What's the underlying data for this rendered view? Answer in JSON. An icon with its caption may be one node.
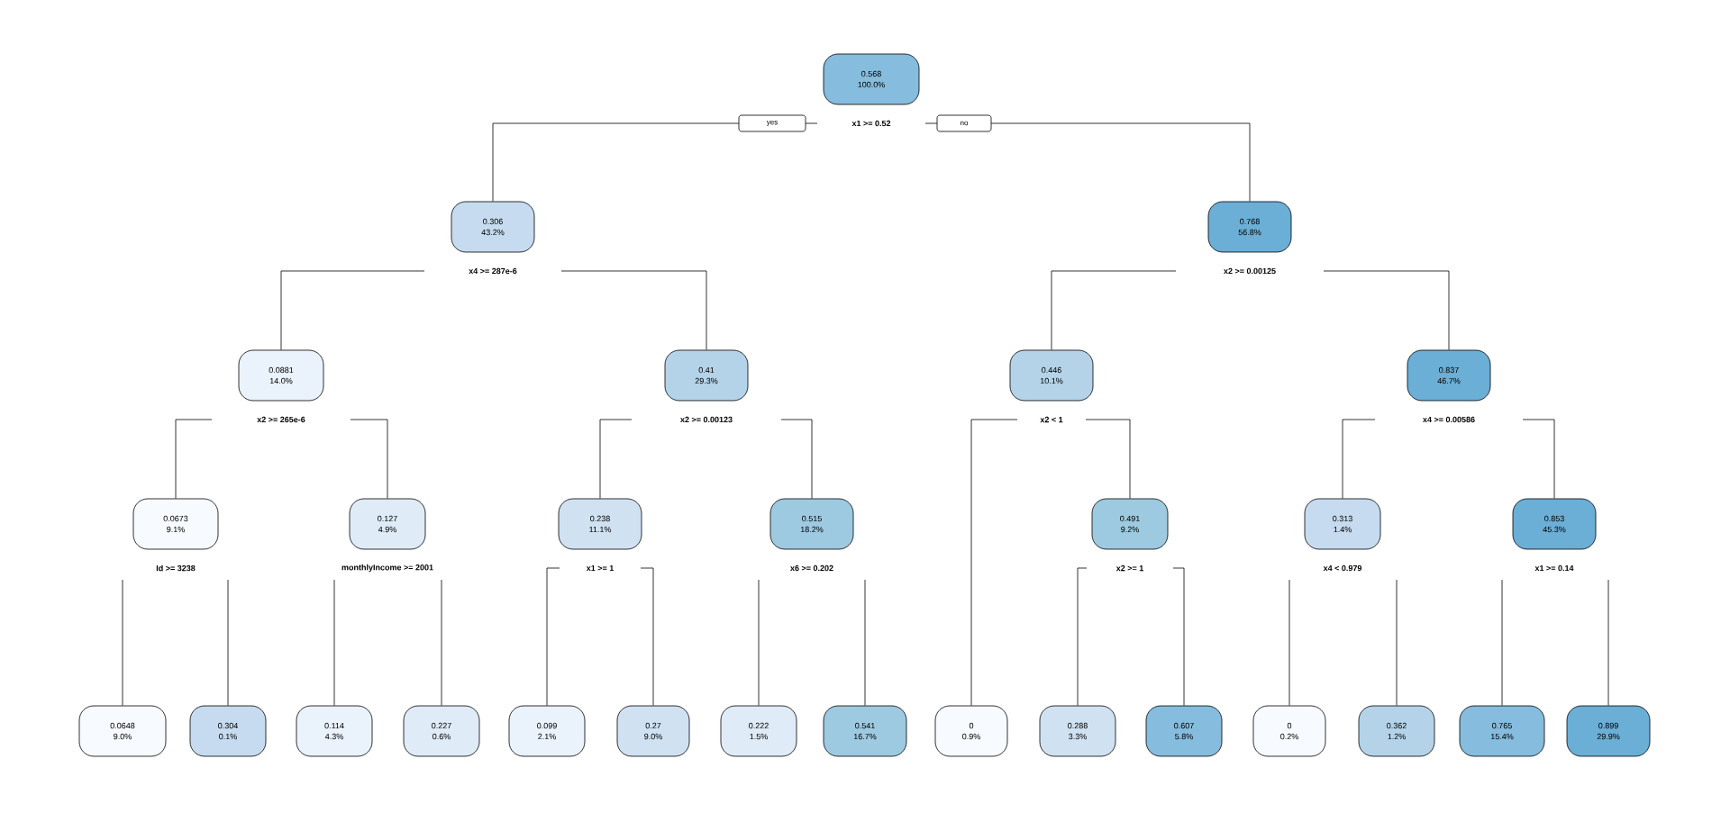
{
  "diagram": {
    "nodes": [
      {
        "text": [
          "0.568",
          "100.0%"
        ],
        "beside": [
          "x1 >= 0.52"
        ]
      },
      {
        "text": [
          "0.306",
          "43.2%"
        ],
        "beside": [
          "x4 >= 287e-6"
        ]
      },
      {
        "text": [
          "0.768",
          "56.8%"
        ],
        "beside": [
          "x2 >= 0.00125"
        ]
      },
      {
        "text": [
          "0.0881",
          "14.0%"
        ],
        "beside": [
          "x2 >= 265e-6"
        ]
      },
      {
        "text": [
          "0.41",
          "29.3%"
        ],
        "beside": [
          "x2 >= 0.00123"
        ]
      },
      {
        "text": [
          "0.446",
          "10.1%"
        ],
        "beside": [
          "x2 < 1"
        ]
      },
      {
        "text": [
          "0.837",
          "46.7%"
        ],
        "beside": [
          "x4 >= 0.00586"
        ]
      },
      {
        "text": [
          "0.0673",
          "9.1%"
        ],
        "beside": [
          "Id >= 3238"
        ]
      },
      {
        "text": [
          "0.127",
          "4.9%"
        ],
        "beside": [
          "monthlyIncome >= 2001"
        ]
      },
      {
        "text": [
          "0.238",
          "11.1%"
        ],
        "beside": [
          "x1 >= 1"
        ]
      },
      {
        "text": [
          "0.515",
          "18.2%"
        ],
        "beside": [
          "x6 >= 0.202"
        ]
      },
      {
        "text": [
          "0.491",
          "9.2%"
        ],
        "beside": [
          "x2 >= 1"
        ]
      },
      {
        "text": [
          "0.313",
          "1.4%"
        ],
        "beside": [
          "x4 < 0.979"
        ]
      },
      {
        "text": [
          "0.853",
          "45.3%"
        ],
        "beside": [
          "x1 >= 0.14"
        ]
      },
      {
        "text": [
          "0.0648",
          "9.0%"
        ]
      },
      {
        "text": [
          "0.304",
          "0.1%"
        ]
      },
      {
        "text": [
          "0.114",
          "4.3%"
        ]
      },
      {
        "text": [
          "0.227",
          "0.6%"
        ]
      },
      {
        "text": [
          "0.099",
          "2.1%"
        ]
      },
      {
        "text": [
          "0.27",
          "9.0%"
        ]
      },
      {
        "text": [
          "0.222",
          "1.5%"
        ]
      },
      {
        "text": [
          "0.541",
          "16.7%"
        ]
      },
      {
        "text": [
          "0",
          "0.9%"
        ]
      },
      {
        "text": [
          "0.288",
          "3.3%"
        ]
      },
      {
        "text": [
          "0.607",
          "5.8%"
        ]
      },
      {
        "text": [
          "0",
          "0.2%"
        ]
      },
      {
        "text": [
          "0.362",
          "1.2%"
        ]
      },
      {
        "text": [
          "0.765",
          "15.4%"
        ]
      },
      {
        "text": [
          "0.899",
          "29.9%"
        ]
      }
    ],
    "edges": [
      {
        "from": 0,
        "to": 1,
        "arrow": "none",
        "label": "yes"
      },
      {
        "from": 0,
        "to": 2,
        "arrow": "none",
        "label": "no"
      },
      {
        "from": 1,
        "to": 3,
        "arrow": "none"
      },
      {
        "from": 1,
        "to": 4,
        "arrow": "none"
      },
      {
        "from": 2,
        "to": 5,
        "arrow": "none"
      },
      {
        "from": 2,
        "to": 6,
        "arrow": "none"
      },
      {
        "from": 3,
        "to": 7,
        "arrow": "none"
      },
      {
        "from": 3,
        "to": 8,
        "arrow": "none"
      },
      {
        "from": 4,
        "to": 9,
        "arrow": "none"
      },
      {
        "from": 4,
        "to": 10,
        "arrow": "none"
      },
      {
        "from": 5,
        "to": 22,
        "arrow": "none"
      },
      {
        "from": 5,
        "to": 11,
        "arrow": "none"
      },
      {
        "from": 6,
        "to": 12,
        "arrow": "none"
      },
      {
        "from": 6,
        "to": 13,
        "arrow": "none"
      },
      {
        "from": 7,
        "to": 14,
        "arrow": "none"
      },
      {
        "from": 7,
        "to": 15,
        "arrow": "none"
      },
      {
        "from": 8,
        "to": 16,
        "arrow": "none"
      },
      {
        "from": 8,
        "to": 17,
        "arrow": "none"
      },
      {
        "from": 9,
        "to": 18,
        "arrow": "none"
      },
      {
        "from": 9,
        "to": 19,
        "arrow": "none"
      },
      {
        "from": 10,
        "to": 20,
        "arrow": "none"
      },
      {
        "from": 10,
        "to": 21,
        "arrow": "none"
      },
      {
        "from": 11,
        "to": 23,
        "arrow": "none"
      },
      {
        "from": 11,
        "to": 24,
        "arrow": "none"
      },
      {
        "from": 12,
        "to": 25,
        "arrow": "none"
      },
      {
        "from": 12,
        "to": 26,
        "arrow": "none"
      },
      {
        "from": 13,
        "to": 27,
        "arrow": "none"
      },
      {
        "from": 13,
        "to": 28,
        "arrow": "none"
      }
    ]
  }
}
